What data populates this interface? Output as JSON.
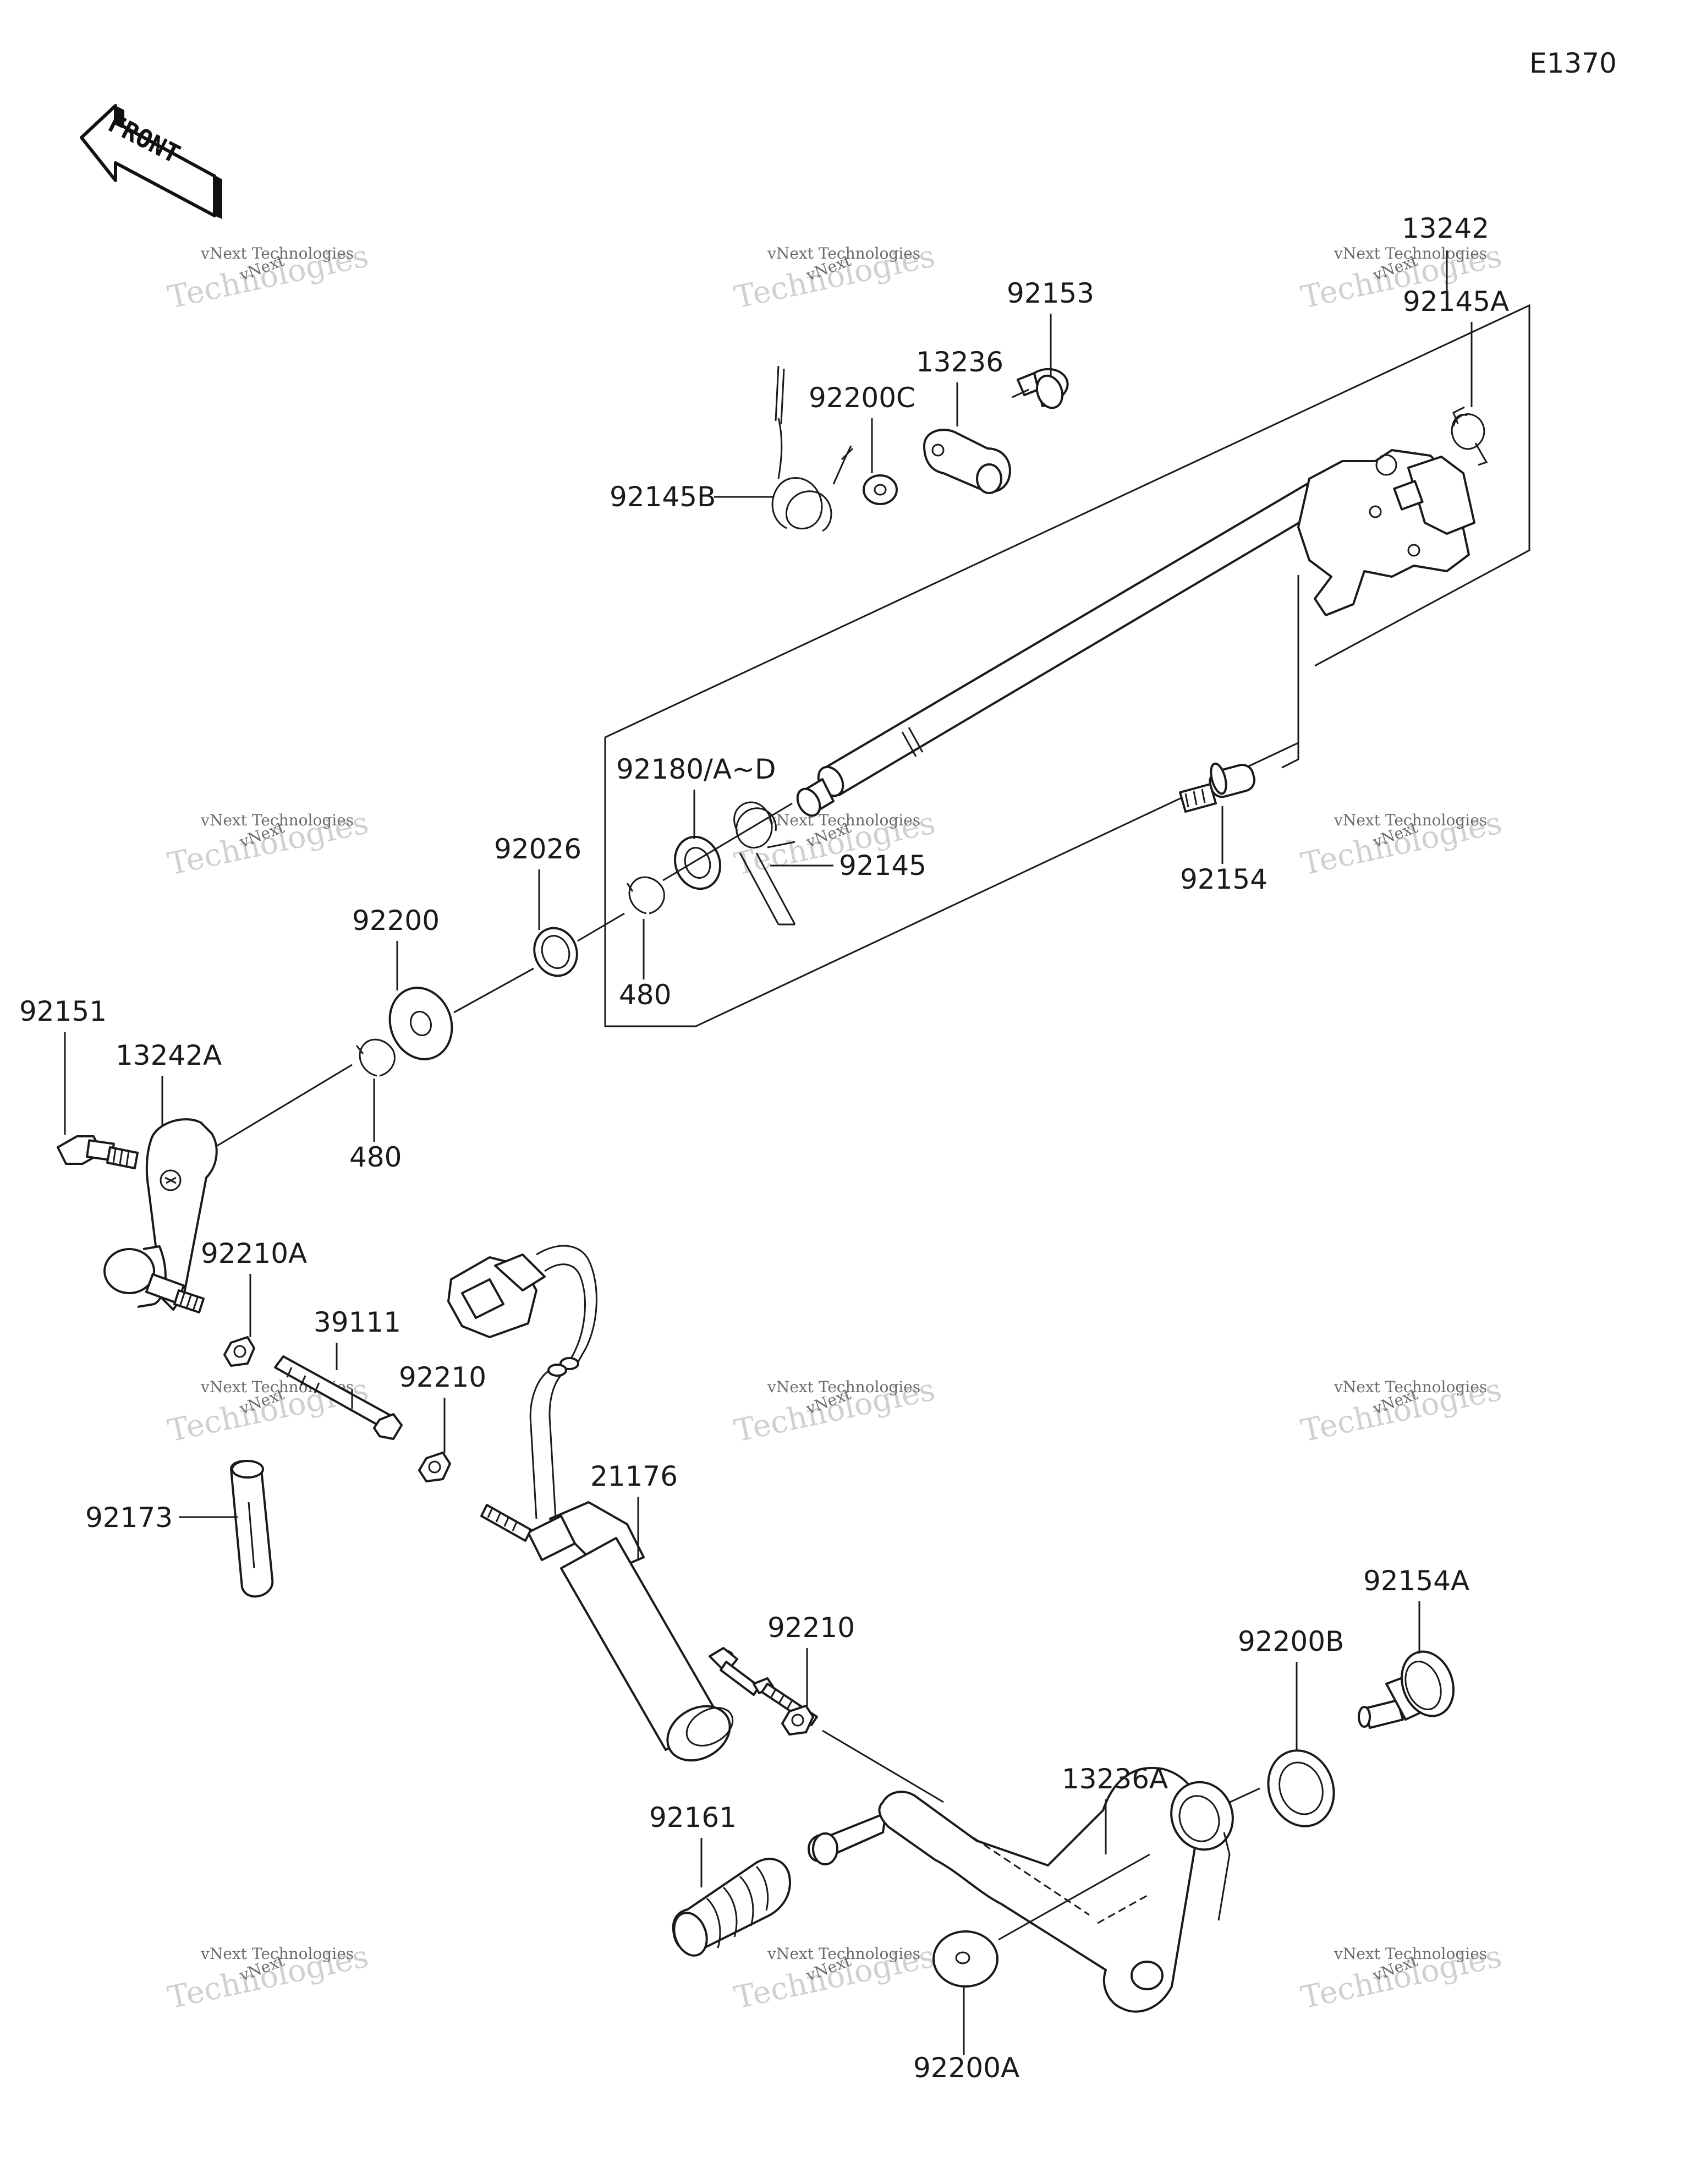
{
  "diagram_code": "E1370",
  "front_marker": "FRONT",
  "watermark": {
    "line1": "vNext Technologies",
    "line2": "Technologies"
  },
  "parts": [
    {
      "id": "13242",
      "label": "13242"
    },
    {
      "id": "92145A",
      "label": "92145A"
    },
    {
      "id": "92153",
      "label": "92153"
    },
    {
      "id": "13236",
      "label": "13236"
    },
    {
      "id": "92200C",
      "label": "92200C"
    },
    {
      "id": "92145B",
      "label": "92145B"
    },
    {
      "id": "92180",
      "label": "92180/A~D"
    },
    {
      "id": "92145",
      "label": "92145"
    },
    {
      "id": "92154",
      "label": "92154"
    },
    {
      "id": "92026",
      "label": "92026"
    },
    {
      "id": "480-a",
      "label": "480"
    },
    {
      "id": "92200",
      "label": "92200"
    },
    {
      "id": "480-b",
      "label": "480"
    },
    {
      "id": "92151",
      "label": "92151"
    },
    {
      "id": "13242A",
      "label": "13242A"
    },
    {
      "id": "92210A",
      "label": "92210A"
    },
    {
      "id": "39111",
      "label": "39111"
    },
    {
      "id": "92210-a",
      "label": "92210"
    },
    {
      "id": "21176",
      "label": "21176"
    },
    {
      "id": "92173",
      "label": "92173"
    },
    {
      "id": "92210-b",
      "label": "92210"
    },
    {
      "id": "92154A",
      "label": "92154A"
    },
    {
      "id": "92200B",
      "label": "92200B"
    },
    {
      "id": "13236A",
      "label": "13236A"
    },
    {
      "id": "92161",
      "label": "92161"
    },
    {
      "id": "92200A",
      "label": "92200A"
    }
  ]
}
